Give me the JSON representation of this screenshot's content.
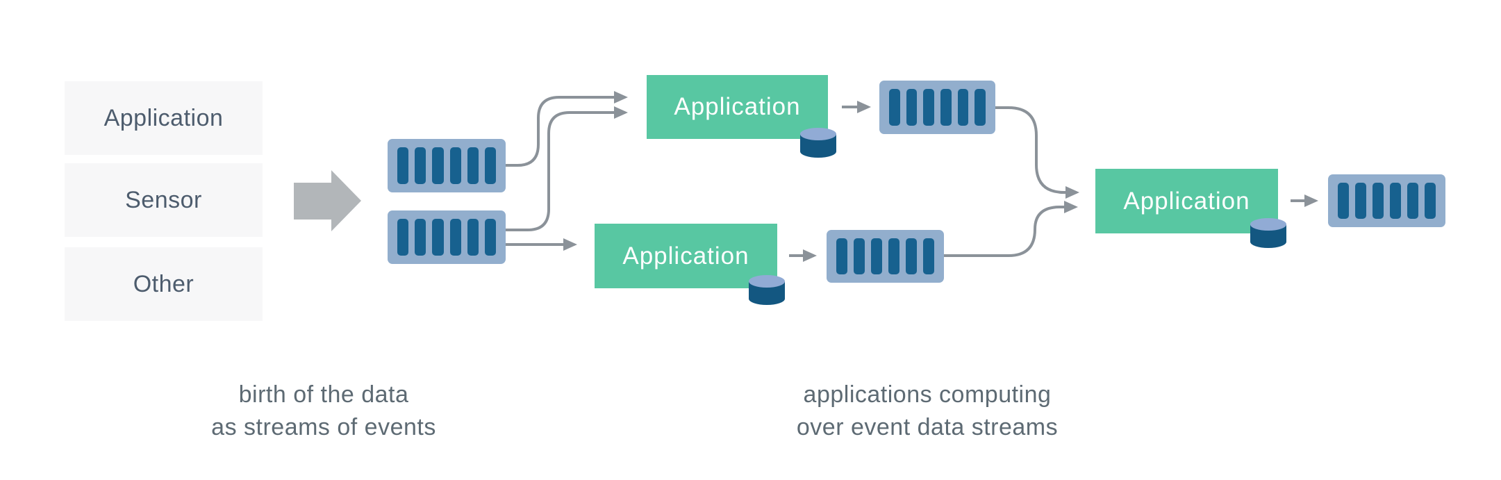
{
  "source_list": {
    "items": [
      "Application",
      "Sensor",
      "Other"
    ]
  },
  "app_nodes": {
    "top": "Application",
    "bottom": "Application",
    "final": "Application"
  },
  "captions": {
    "left": [
      "birth of the data",
      "as streams of events"
    ],
    "right": [
      "applications computing",
      "over event data streams"
    ]
  },
  "icons": {
    "stream": "event-stream-icon",
    "database": "database-cylinder-icon",
    "flow": "right-block-arrow-icon"
  },
  "colors": {
    "canvas_bg": "#ffffff",
    "source_box_bg": "#f7f7f8",
    "source_text": "#4d5c6d",
    "flow_arrow": "#b2b6b9",
    "stream_bg": "#92aecd",
    "stream_bar": "#17618f",
    "app_green": "#58c7a2",
    "app_text": "#ffffff",
    "db_body": "#135781",
    "db_top": "#91abd5",
    "connector": "#8b9299",
    "caption_text": "#5d6a73"
  }
}
